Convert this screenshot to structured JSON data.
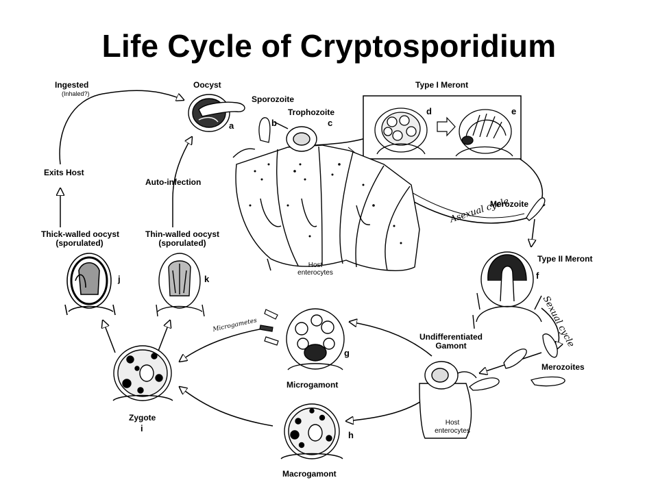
{
  "title": "Life Cycle of Cryptosporidium",
  "labels": {
    "ingested": "Ingested",
    "inhaled": "(Inhaled?)",
    "oocyst": "Oocyst",
    "sporozoite": "Sporozoite",
    "trophozoite": "Trophozoite",
    "type1_meront": "Type I Meront",
    "exits_host": "Exits Host",
    "auto_infection": "Auto-infection",
    "merozoite": "Merozoite",
    "asexual_cycle": "Asexual cycle",
    "thick_walled_1": "Thick-walled oocyst",
    "thick_walled_2": "(sporulated)",
    "thin_walled_1": "Thin-walled oocyst",
    "thin_walled_2": "(sporulated)",
    "host_enterocytes_top_1": "Host",
    "host_enterocytes_top_2": "enterocytes",
    "type2_meront": "Type II Meront",
    "sexual_cycle": "Sexual cycle",
    "microgametes": "Microgametes",
    "undiff_1": "Undifferentiated",
    "undiff_2": "Gamont",
    "microgamont": "Microgamont",
    "merozoites": "Merozoites",
    "zygote": "Zygote",
    "host_enterocytes_bottom_1": "Host",
    "host_enterocytes_bottom_2": "enterocytes",
    "macrogamont": "Macrogamont"
  },
  "letters": {
    "a": "a",
    "b": "b",
    "c": "c",
    "d": "d",
    "e": "e",
    "f": "f",
    "g": "g",
    "h": "h",
    "i": "i",
    "j": "j",
    "k": "k"
  }
}
